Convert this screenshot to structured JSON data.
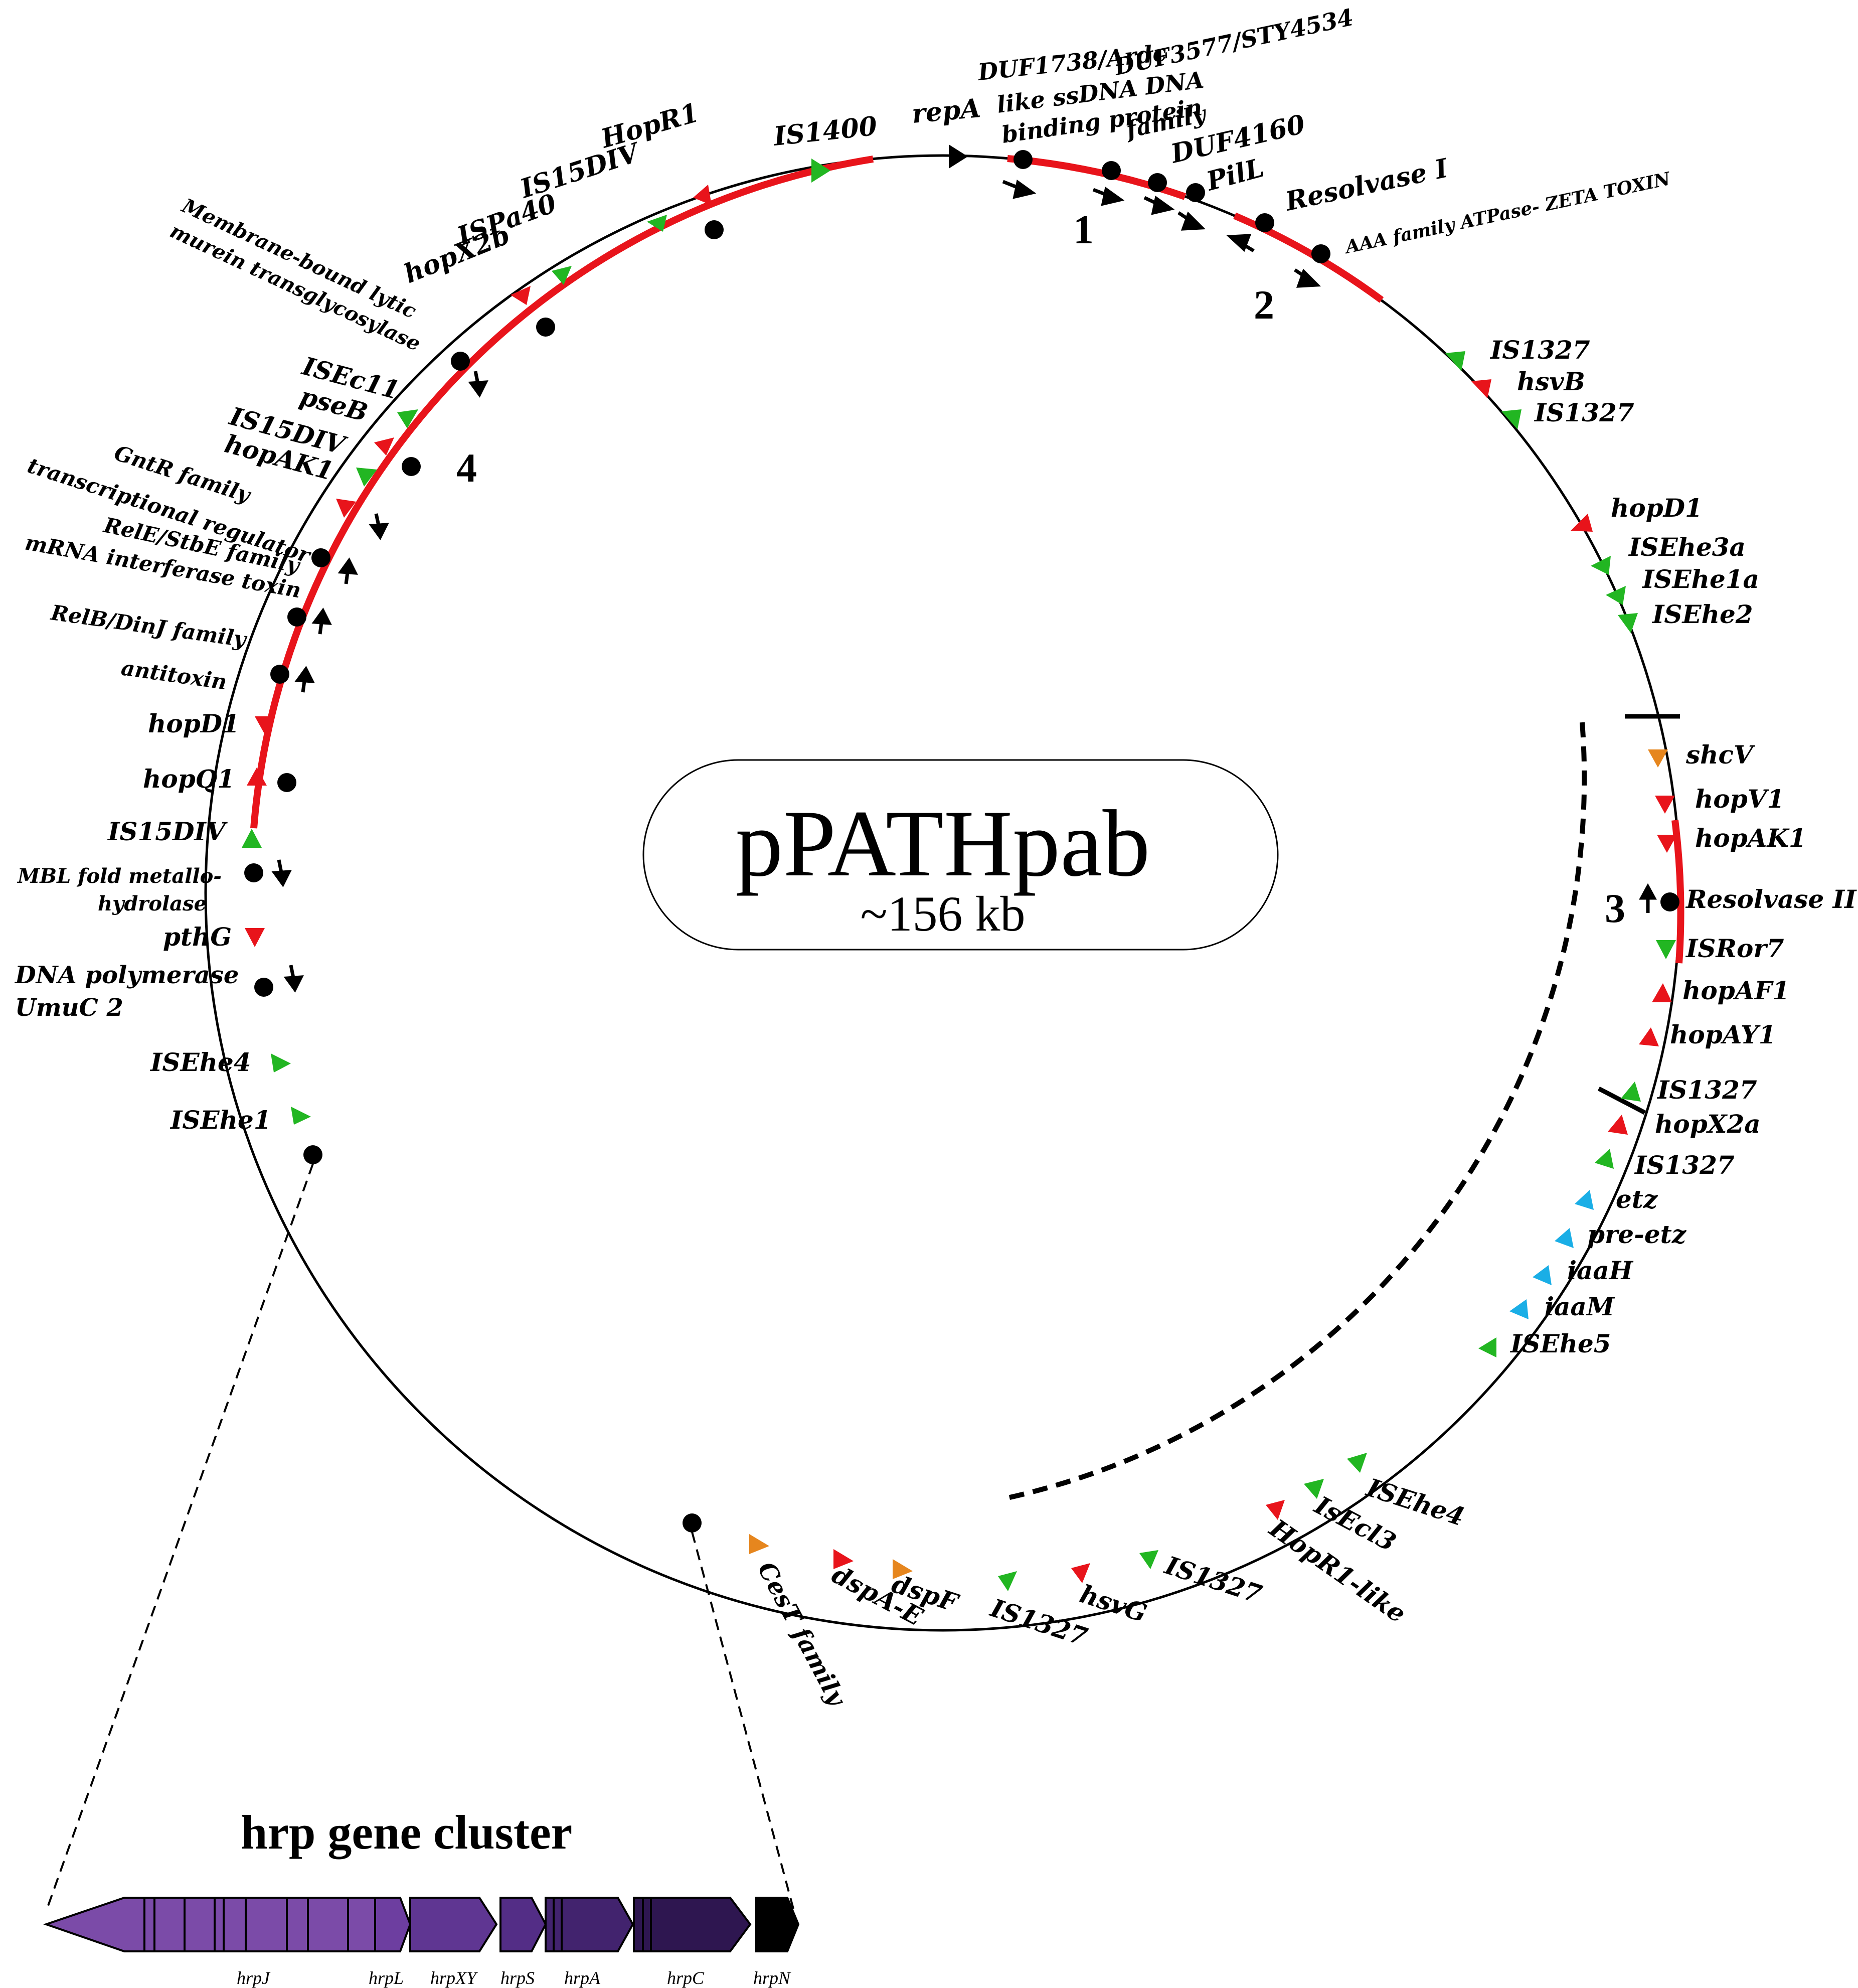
{
  "plasmid": {
    "name": "pPATHpab",
    "size": "~156 kb"
  },
  "colors": {
    "backbone": "#000000",
    "pathogenicity_region": "#e8141b",
    "insertion_sequence": "#22b622",
    "effector": "#e8141b",
    "chaperone": "#e6861e",
    "phytohormone": "#1aaee6",
    "other": "#000000"
  },
  "region_numbers": [
    "1",
    "2",
    "3",
    "4"
  ],
  "labels": {
    "repA": "repA",
    "duf1738": "DUF1738/Ardc",
    "ssdna": "like ssDNA DNA",
    "binding": "binding protein",
    "duf3577": "DUF3577/STY4534",
    "family": "family",
    "duf4160": "DUF4160",
    "pilL": "PilL",
    "resolvase1": "Resolvase I",
    "aaa": "AAA family ATPase- ZETA TOXIN",
    "is1327_a": "IS1327",
    "hsvB": "hsvB",
    "is1327_b": "IS1327",
    "hopD1_r": "hopD1",
    "isehe3a": "ISEhe3a",
    "isehe1a": "ISEhe1a",
    "isehe2": "ISEhe2",
    "shcV": "shcV",
    "hopV1": "hopV1",
    "hopAK1_r": "hopAK1",
    "resolvase2": "Resolvase II",
    "isror7": "ISRor7",
    "hopAF1": "hopAF1",
    "hopAY1": "hopAY1",
    "is1327_c": "IS1327",
    "hopX2a": "hopX2a",
    "is1327_d": "IS1327",
    "etz": "etz",
    "preetz": "pre-etz",
    "iaaH": "iaaH",
    "iaaM": "iaaM",
    "isehe5": "ISEhe5",
    "isehe4_b": "ISEhe4",
    "isecl3": "IsEcl3",
    "hopR1like": "HopR1-like",
    "is1327_e": "IS1327",
    "hsvG": "hsvG",
    "is1327_f": "IS1327",
    "dspF": "dspF",
    "dspAE": "dspA-E",
    "cesT": "CesT family",
    "is1400": "IS1400",
    "hopR1": "HopR1",
    "is15div_a": "IS15DIV",
    "ispa40": "ISPa40",
    "hopX2b": "hopX2b",
    "membrane": "Membrane-bound lytic",
    "murein": "murein transglycosylase",
    "isec11": "ISEc11",
    "pseB": "pseB",
    "is15div_b": "IS15DIV",
    "hopAK1_l": "hopAK1",
    "gntr": "GntR family",
    "transc": "transcriptional regulator",
    "rele": "RelE/StbE family",
    "mrna": "mRNA interferase toxin",
    "relb": "RelB/DinJ family",
    "antitoxin": "antitoxin",
    "hopD1_l": "hopD1",
    "hopQ1": "hopQ1",
    "is15div_c": "IS15DIV",
    "mbl": "MBL fold metallo-",
    "hydrolase": "hydrolase",
    "pthG": "pthG",
    "dnapol": "DNA polymerase",
    "umuc": "UmuC 2",
    "isehe4_a": "ISEhe4",
    "isehe1": "ISEhe1"
  },
  "hrp_cluster": {
    "title": "hrp gene cluster",
    "genes": [
      "hrpJ",
      "hrpL",
      "hrpXY",
      "hrpS",
      "hrpA",
      "hrpC",
      "hrpN"
    ]
  }
}
